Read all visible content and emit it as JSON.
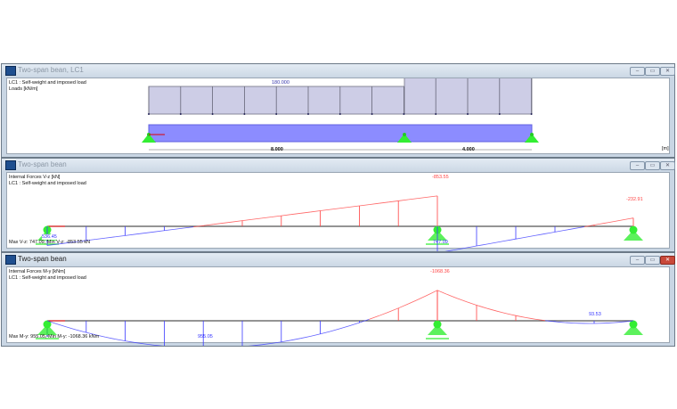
{
  "windows": [
    {
      "title": "Two-span bean, LC1",
      "active": false,
      "lines": [
        "LC1 : Self-weight and imposed load",
        "Loads [kN/m]"
      ],
      "load_label": "180.000",
      "dims": [
        "8.000",
        "4.000"
      ],
      "unit": "[m]"
    },
    {
      "title": "Two-span bean",
      "active": false,
      "lines": [
        "Internal Forces V-z [kN]",
        "LC1 : Self-weight and imposed load"
      ],
      "summary": "Max V-z: 747.09, Min V-z: -853.55 kN",
      "labels": [
        "536.45",
        "-853.55",
        "747.09",
        "-232.91"
      ]
    },
    {
      "title": "Two-span bean",
      "active": true,
      "lines": [
        "Internal Forces M-y [kNm]",
        "LC1 : Self-weight and imposed load"
      ],
      "summary": "Max M-y: 955.05, Min M-y: -1068.36 kNm",
      "labels": [
        "955.05",
        "-1068.36",
        "93.53"
      ]
    }
  ],
  "controls": {
    "minimize": "–",
    "restore": "▭",
    "close": "✕"
  },
  "spans_m": [
    8,
    4
  ],
  "shear": [
    [
      536.45,
      -853.55
    ],
    [
      747.09,
      -232.91
    ]
  ],
  "moment": [
    {
      "start": 0,
      "end": -1068.36,
      "extreme": 955.05
    },
    {
      "start": -1068.36,
      "end": 0,
      "extreme": 93.53
    }
  ],
  "colors": {
    "positive": "#3a3aff",
    "negative": "#ff4040",
    "support": "#33ee33",
    "beam": "#8c8cff",
    "load": "#cdcde6"
  }
}
